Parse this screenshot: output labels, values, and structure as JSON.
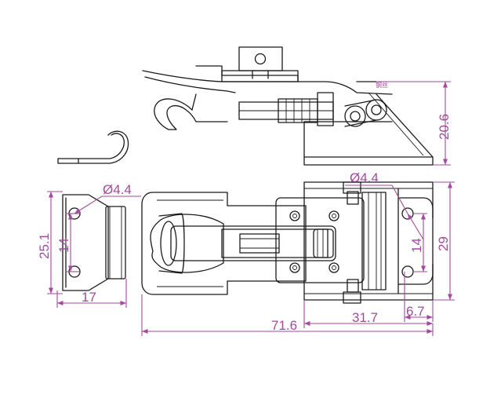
{
  "dimensions": {
    "side_height": "20.6",
    "side_note": "钢丝",
    "hole_dia_left": "Ø4.4",
    "hole_dia_right": "Ø4.4",
    "left_height": "25.1",
    "left_hole_spacing": "14",
    "left_width": "17",
    "right_height": "29",
    "right_hole_spacing": "14",
    "overall_length": "71.6",
    "base_length": "31.7",
    "edge_offset": "6.7"
  },
  "colors": {
    "outline": "#1a1a1a",
    "dimension": "#a24a9b"
  }
}
